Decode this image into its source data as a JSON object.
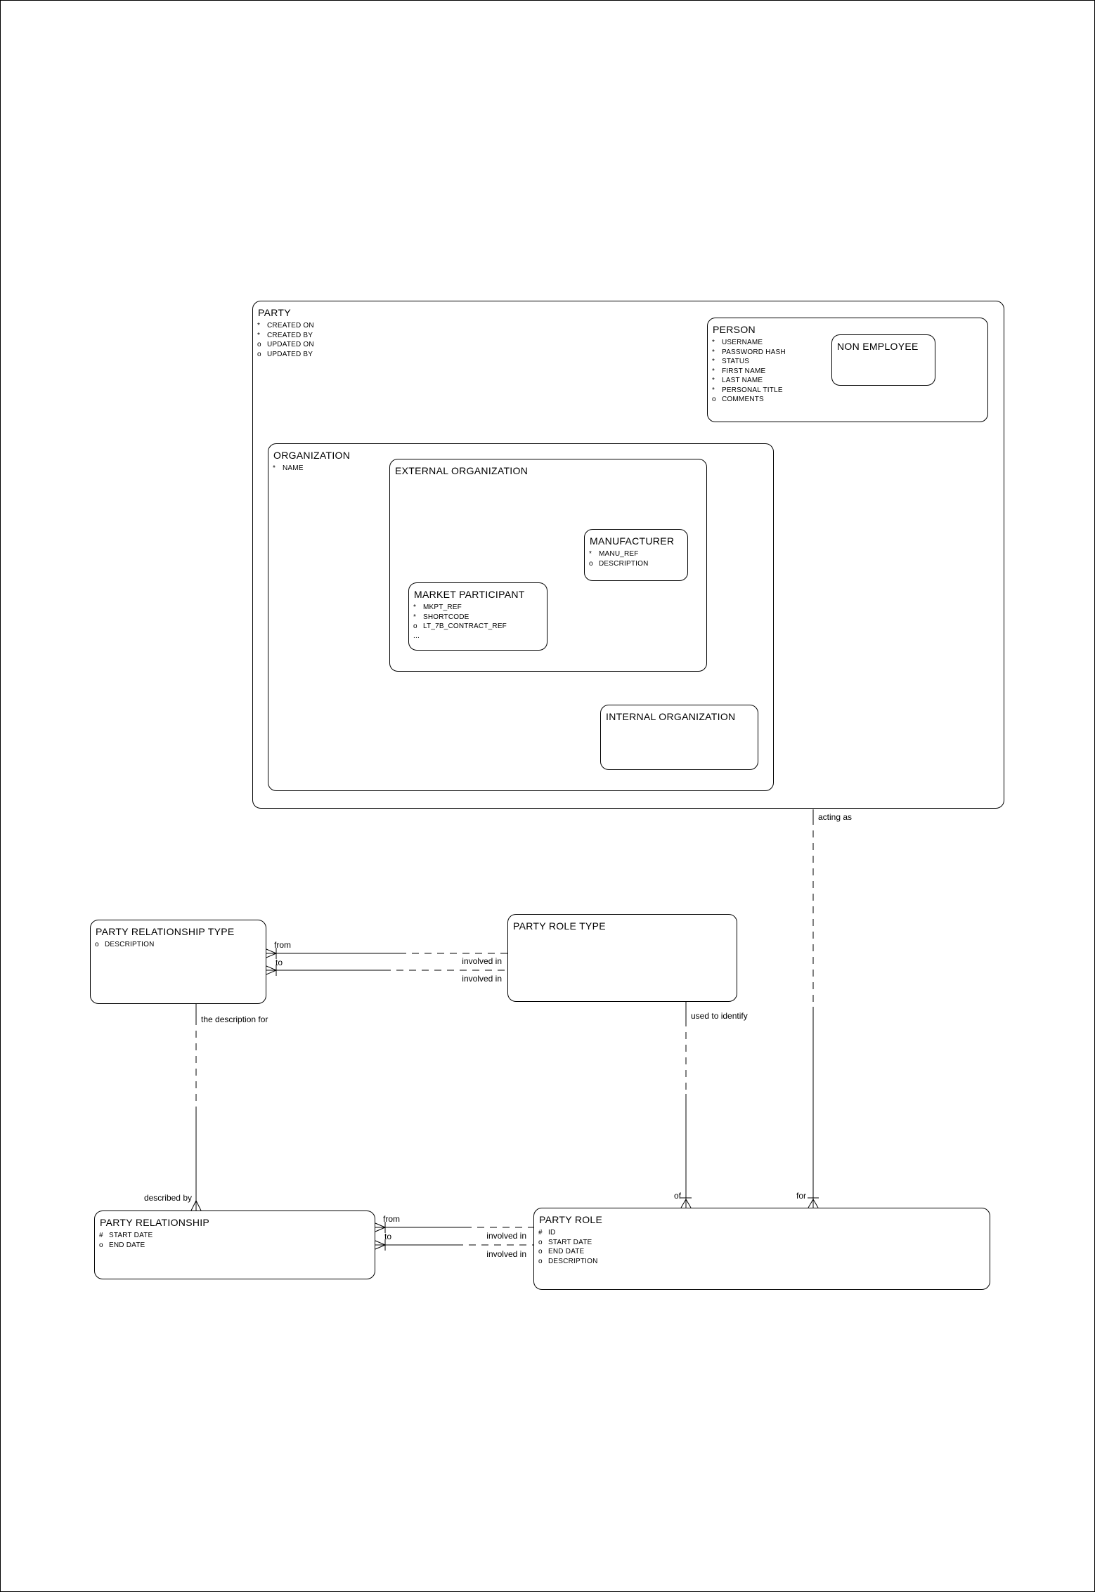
{
  "page": {
    "background": "#ffffff",
    "line_color": "#000000"
  },
  "entities": [
    {
      "id": "party",
      "name": "PARTY",
      "attributes": [
        {
          "flag": "*",
          "name": "CREATED ON"
        },
        {
          "flag": "*",
          "name": "CREATED BY"
        },
        {
          "flag": "o",
          "name": "UPDATED ON"
        },
        {
          "flag": "o",
          "name": "UPDATED BY"
        }
      ]
    },
    {
      "id": "person",
      "name": "PERSON",
      "attributes": [
        {
          "flag": "*",
          "name": "USERNAME"
        },
        {
          "flag": "*",
          "name": "PASSWORD HASH"
        },
        {
          "flag": "*",
          "name": "STATUS"
        },
        {
          "flag": "*",
          "name": "FIRST NAME"
        },
        {
          "flag": "*",
          "name": "LAST NAME"
        },
        {
          "flag": "*",
          "name": "PERSONAL TITLE"
        },
        {
          "flag": "o",
          "name": "COMMENTS"
        }
      ]
    },
    {
      "id": "non-employee",
      "name": "NON EMPLOYEE",
      "attributes": []
    },
    {
      "id": "organization",
      "name": "ORGANIZATION",
      "attributes": [
        {
          "flag": "*",
          "name": "NAME"
        }
      ]
    },
    {
      "id": "external-organization",
      "name": "EXTERNAL ORGANIZATION",
      "attributes": []
    },
    {
      "id": "manufacturer",
      "name": "MANUFACTURER",
      "attributes": [
        {
          "flag": "*",
          "name": "MANU_REF"
        },
        {
          "flag": "o",
          "name": "DESCRIPTION"
        }
      ]
    },
    {
      "id": "market-participant",
      "name": "MARKET PARTICIPANT",
      "attributes": [
        {
          "flag": "*",
          "name": "MKPT_REF"
        },
        {
          "flag": "*",
          "name": "SHORTCODE"
        },
        {
          "flag": "o",
          "name": "LT_7B_CONTRACT_REF"
        },
        {
          "flag": "...",
          "name": ""
        }
      ]
    },
    {
      "id": "internal-organization",
      "name": "INTERNAL ORGANIZATION",
      "attributes": []
    },
    {
      "id": "party-relationship-type",
      "name": "PARTY RELATIONSHIP TYPE",
      "attributes": [
        {
          "flag": "o",
          "name": "DESCRIPTION"
        }
      ]
    },
    {
      "id": "party-role-type",
      "name": "PARTY ROLE TYPE",
      "attributes": []
    },
    {
      "id": "party-relationship",
      "name": "PARTY RELATIONSHIP",
      "attributes": [
        {
          "flag": "#",
          "name": "START DATE"
        },
        {
          "flag": "o",
          "name": "END DATE"
        }
      ]
    },
    {
      "id": "party-role",
      "name": "PARTY ROLE",
      "attributes": [
        {
          "flag": "#",
          "name": "ID"
        },
        {
          "flag": "o",
          "name": "START DATE"
        },
        {
          "flag": "o",
          "name": "END DATE"
        },
        {
          "flag": "o",
          "name": "DESCRIPTION"
        }
      ]
    }
  ],
  "relationship_labels": {
    "acting_as": "acting as",
    "for": "for",
    "used_to_identify": "used to identify",
    "of": "of",
    "the_description_for": "the description for",
    "described_by": "described by",
    "type_from": "from",
    "type_to": "to",
    "type_involved_in_a": "involved in",
    "type_involved_in_b": "involved in",
    "rel_from": "from",
    "rel_to": "to",
    "rel_involved_in_a": "involved in",
    "rel_involved_in_b": "involved in"
  }
}
